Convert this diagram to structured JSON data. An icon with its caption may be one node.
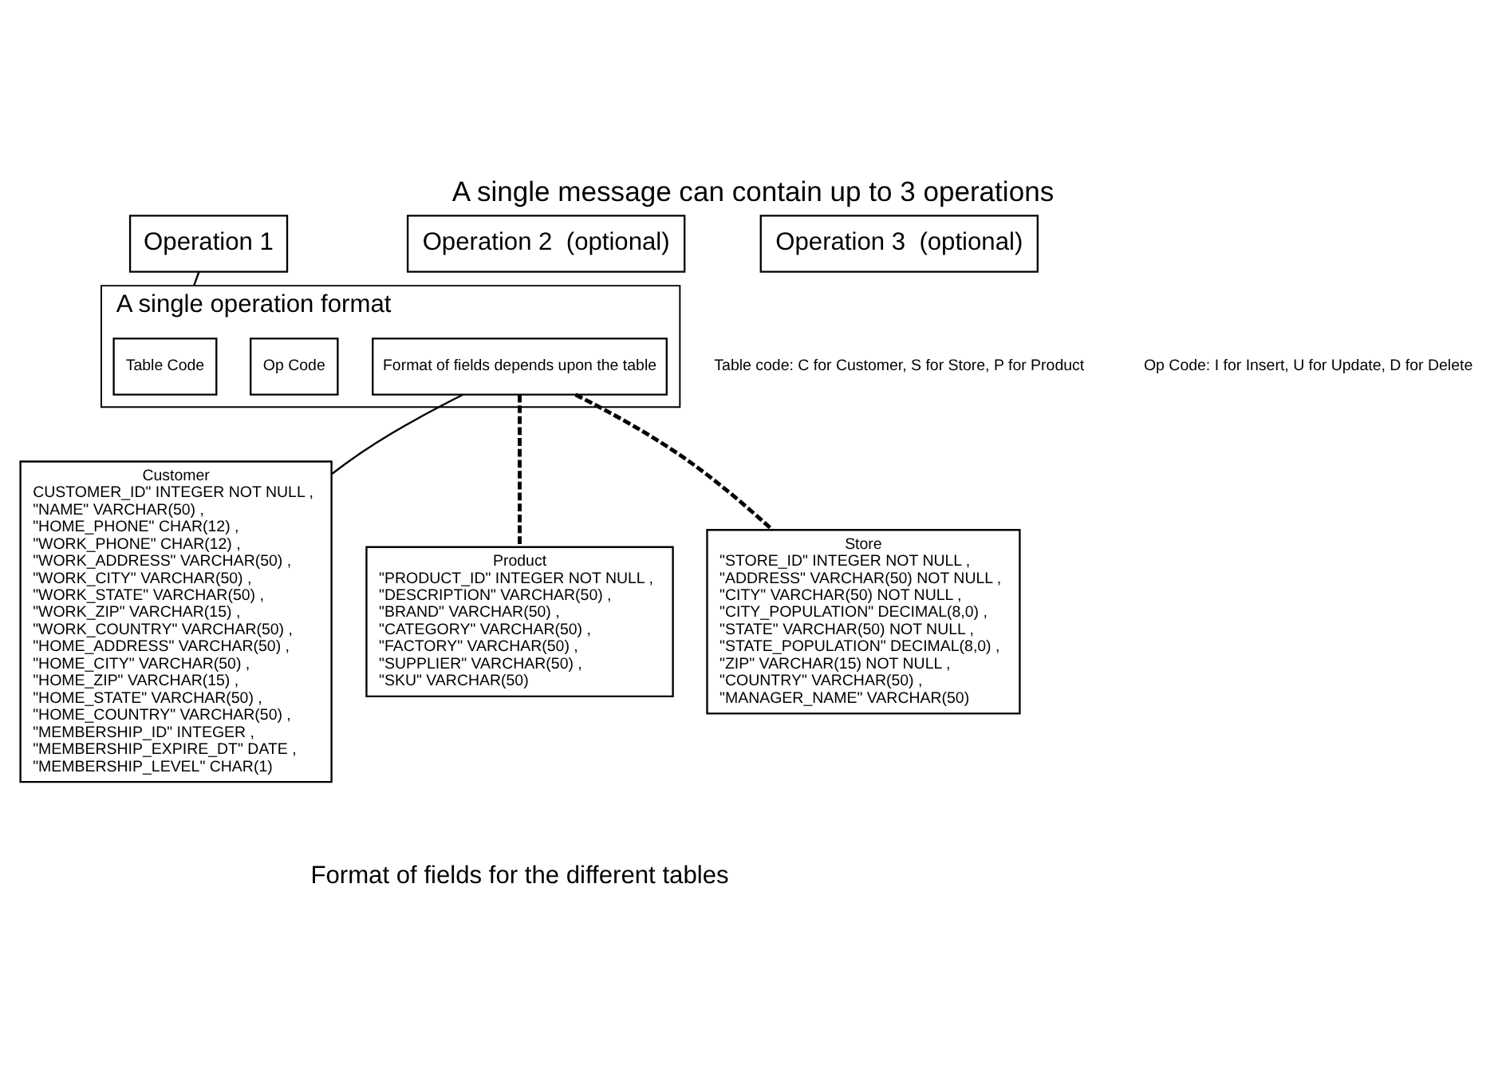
{
  "diagram": {
    "title": "A single message can contain up to 3 operations",
    "caption": "Format of fields for the different tables",
    "nodes": [
      {
        "text": [
          "Operation 1"
        ]
      },
      {
        "text": [
          "Operation 2  (optional)"
        ]
      },
      {
        "text": [
          "Operation 3  (optional)"
        ]
      },
      {
        "text": [
          "A single operation format"
        ]
      },
      {
        "text": [
          "Table Code"
        ],
        "in": 3
      },
      {
        "text": [
          "Op Code"
        ],
        "in": 3
      },
      {
        "text": [
          "Format of fields depends upon the table"
        ],
        "in": 3
      },
      {
        "text": [
          "Customer",
          "CUSTOMER_ID\" INTEGER NOT NULL ,",
          "\"NAME\" VARCHAR(50) ,",
          "\"HOME_PHONE\" CHAR(12) ,",
          "\"WORK_PHONE\" CHAR(12) ,",
          "\"WORK_ADDRESS\" VARCHAR(50) ,",
          "\"WORK_CITY\" VARCHAR(50) ,",
          "\"WORK_STATE\" VARCHAR(50) ,",
          "\"WORK_ZIP\" VARCHAR(15) ,",
          "\"WORK_COUNTRY\" VARCHAR(50) ,",
          "\"HOME_ADDRESS\" VARCHAR(50) ,",
          "\"HOME_CITY\" VARCHAR(50) ,",
          "\"HOME_ZIP\" VARCHAR(15) ,",
          "\"HOME_STATE\" VARCHAR(50) ,",
          "\"HOME_COUNTRY\" VARCHAR(50) ,",
          "\"MEMBERSHIP_ID\" INTEGER ,",
          "\"MEMBERSHIP_EXPIRE_DT\" DATE ,",
          "\"MEMBERSHIP_LEVEL\" CHAR(1)"
        ]
      },
      {
        "text": [
          "Product",
          "\"PRODUCT_ID\" INTEGER NOT NULL ,",
          "\"DESCRIPTION\" VARCHAR(50) ,",
          "\"BRAND\" VARCHAR(50) ,",
          "\"CATEGORY\" VARCHAR(50) ,",
          "\"FACTORY\" VARCHAR(50) ,",
          "\"SUPPLIER\" VARCHAR(50) ,",
          "\"SKU\" VARCHAR(50)"
        ]
      },
      {
        "text": [
          "Store",
          "\"STORE_ID\" INTEGER NOT NULL ,",
          "\"ADDRESS\" VARCHAR(50) NOT NULL ,",
          "\"CITY\" VARCHAR(50) NOT NULL ,",
          "\"CITY_POPULATION\" DECIMAL(8,0) ,",
          "\"STATE\" VARCHAR(50) NOT NULL ,",
          "\"STATE_POPULATION\" DECIMAL(8,0) ,",
          "\"ZIP\" VARCHAR(15) NOT NULL ,",
          "\"COUNTRY\" VARCHAR(50) ,",
          "\"MANAGER_NAME\" VARCHAR(50)"
        ]
      }
    ],
    "edges": [
      {
        "from": 0,
        "to": 3,
        "arrow": "none"
      },
      {
        "from": 6,
        "to": 7,
        "arrow": "none"
      },
      {
        "from": 6,
        "to": 8,
        "arrow": "none",
        "style": "dashed"
      },
      {
        "from": 6,
        "to": 9,
        "arrow": "none",
        "style": "dashed"
      }
    ],
    "labels": [
      "Table code: C for Customer, S for Store, P for Product",
      "Op Code: I for Insert, U for Update, D for Delete"
    ]
  }
}
